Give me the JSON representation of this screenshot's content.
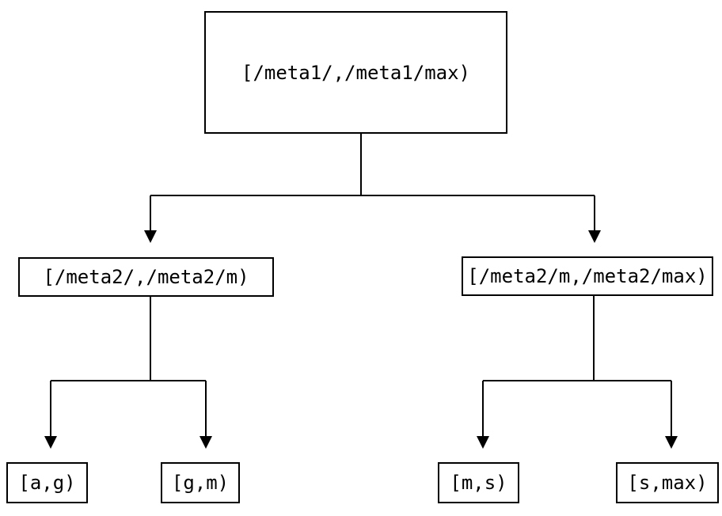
{
  "diagram": {
    "type": "tree",
    "colors": {
      "background": "#ffffff",
      "line": "#000000",
      "text": "#000000"
    },
    "nodes": {
      "root": {
        "label": "[/meta1/,/meta1/max)"
      },
      "level2_left": {
        "label": "[/meta2/,/meta2/m)"
      },
      "level2_right": {
        "label": "[/meta2/m,/meta2/max)"
      },
      "leaf_ag": {
        "label": "[a,g)"
      },
      "leaf_gm": {
        "label": "[g,m)"
      },
      "leaf_ms": {
        "label": "[m,s)"
      },
      "leaf_smax": {
        "label": "[s,max)"
      }
    }
  }
}
